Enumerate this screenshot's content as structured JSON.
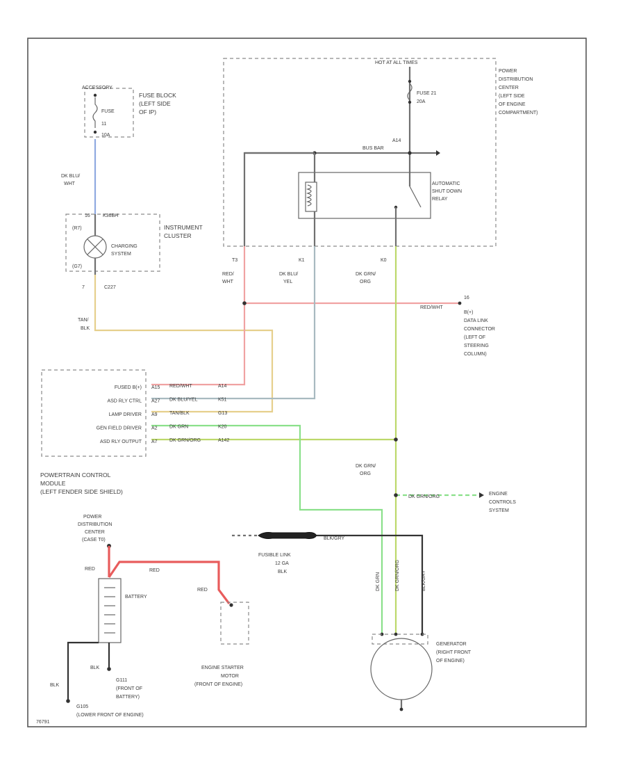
{
  "diagram": {
    "figure_id": "76791",
    "fuse_block": {
      "top_label": "ACCESSORY",
      "fuse_label": "FUSE",
      "fuse_number": "11",
      "amperage": "10A",
      "caption": [
        "FUSE BLOCK",
        "(LEFT SIDE",
        "OF IP)"
      ]
    },
    "wire_labels": {
      "dk_blu_wht": [
        "DK BLU/",
        "WHT"
      ],
      "tan_blk": [
        "TAN/",
        "BLK"
      ],
      "red_wht": [
        "RED/",
        "WHT"
      ],
      "dk_blu_yel": [
        "DK BLU/",
        "YEL"
      ],
      "dk_grn_org_top": [
        "DK GRN/",
        "ORG"
      ],
      "dk_grn_org_mid": [
        "DK GRN/",
        "ORG"
      ],
      "red": "RED",
      "red_battery": "RED",
      "red_starter": "RED",
      "blk_ground_1": "BLK",
      "blk_ground_2": "BLK"
    },
    "instrument_cluster": {
      "pin_top": "16",
      "pin_top_code": "K36BH",
      "side_top": "(R7)",
      "side_bottom": "(G7)",
      "lamp_text": [
        "CHARGING",
        "SYSTEM"
      ],
      "pin_bottom": "7",
      "connector": "C227",
      "caption": [
        "INSTRUMENT",
        "CLUSTER"
      ]
    },
    "pdc": {
      "hot_label": "HOT AT ALL TIMES",
      "fuse_label": "FUSE 21",
      "fuse_amps": "20A",
      "bus_label": "BUS BAR",
      "bus_code": "A14",
      "relay_caption": [
        "AUTOMATIC",
        "SHUT DOWN",
        "RELAY"
      ],
      "caption": [
        "POWER",
        "DISTRIBUTION",
        "CENTER",
        "(LEFT SIDE",
        "OF ENGINE",
        "COMPARTMENT)"
      ],
      "term_t3": "T3",
      "term_k1": "K1",
      "term_k0": "K0"
    },
    "data_link": {
      "pin": "16",
      "circuit": "RED/WHT",
      "caption": [
        "B(+)",
        "DATA LINK",
        "CONNECTOR",
        "(LEFT OF",
        "STEERING",
        "COLUMN)"
      ]
    },
    "pcm": {
      "pins": [
        {
          "name": "FUSED B(+)",
          "num": "A15",
          "color": "RED/WHT",
          "circuit": "A14"
        },
        {
          "name": "ASD RLY CTRL",
          "num": "A27",
          "color": "DK BLU/YEL",
          "circuit": "K51"
        },
        {
          "name": "LAMP DRIVER",
          "num": "A9",
          "color": "TAN/BLK",
          "circuit": "G13"
        },
        {
          "name": "GEN FIELD DRIVER",
          "num": "A2",
          "color": "DK GRN",
          "circuit": "K20"
        },
        {
          "name": "ASD RLY OUTPUT",
          "num": "A7",
          "color": "DK GRN/ORG",
          "circuit": "A142"
        }
      ],
      "caption": [
        "POWERTRAIN CONTROL",
        "MODULE",
        "(LEFT FENDER SIDE SHIELD)"
      ]
    },
    "engine_controls": {
      "circuit": "DK GRN/ORG",
      "caption": [
        "ENGINE",
        "CONTROLS",
        "SYSTEM"
      ]
    },
    "pdc_battery": {
      "caption": [
        "POWER",
        "DISTRIBUTION",
        "CENTER",
        "(CASE T0)"
      ]
    },
    "battery": {
      "caption": "BATTERY"
    },
    "fusible_link": {
      "circuit": "BLK/GRY",
      "caption": [
        "FUSIBLE LINK",
        "12 GA",
        "BLK"
      ]
    },
    "starter": {
      "caption": [
        "ENGINE STARTER",
        "MOTOR",
        "(FRONT OF ENGINE)"
      ]
    },
    "generator": {
      "caption": [
        "GENERATOR",
        "(RIGHT FRONT",
        "OF ENGINE)"
      ],
      "wire_1": "DK GRN",
      "wire_2": "DK GRN/ORG",
      "wire_3": "BLK/GRY"
    },
    "grounds": {
      "g111": [
        "G111",
        "(FRONT OF",
        "BATTERY)"
      ],
      "g105": [
        "G105",
        "(LOWER FRONT OF ENGINE)"
      ]
    }
  }
}
